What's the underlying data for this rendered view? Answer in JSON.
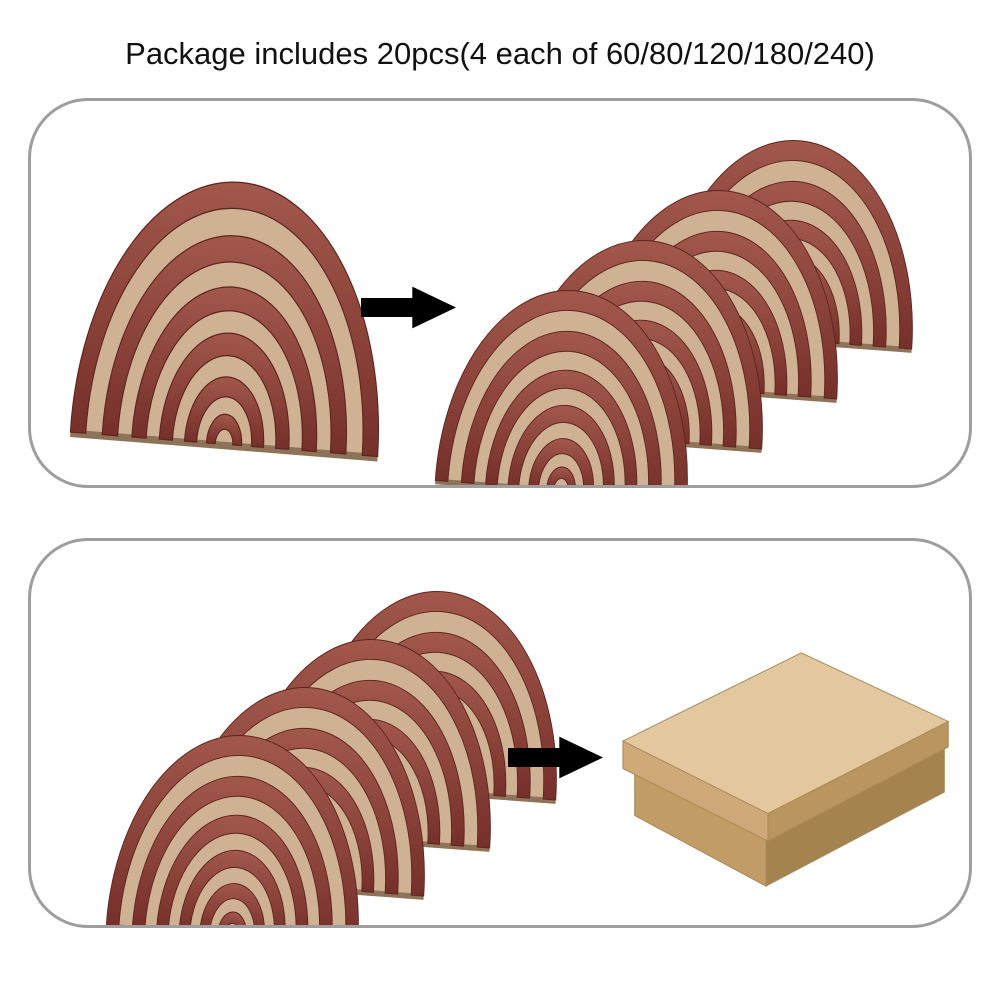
{
  "title": "Package includes 20pcs(4 each of 60/80/120/180/240)",
  "colors": {
    "panel_border": "#9e9e9e",
    "arrow": "#000000",
    "belt_grad_top": "#a2584b",
    "belt_grad_bottom": "#76302a",
    "belt_edge": "#5e241f",
    "belt_inner_tan": "#cfb193",
    "belt_base_line": "#8f7358",
    "box_top": "#e3c89f",
    "box_lid_left": "#cfa977",
    "box_lid_right": "#bb955f",
    "box_base_left": "#c19c66",
    "box_base_right": "#a5834f",
    "box_outline": "#a98a58"
  },
  "icons": {
    "belt_stack": "sanding-belt-stack",
    "arrow": "arrow-right",
    "box": "cardboard-box"
  }
}
